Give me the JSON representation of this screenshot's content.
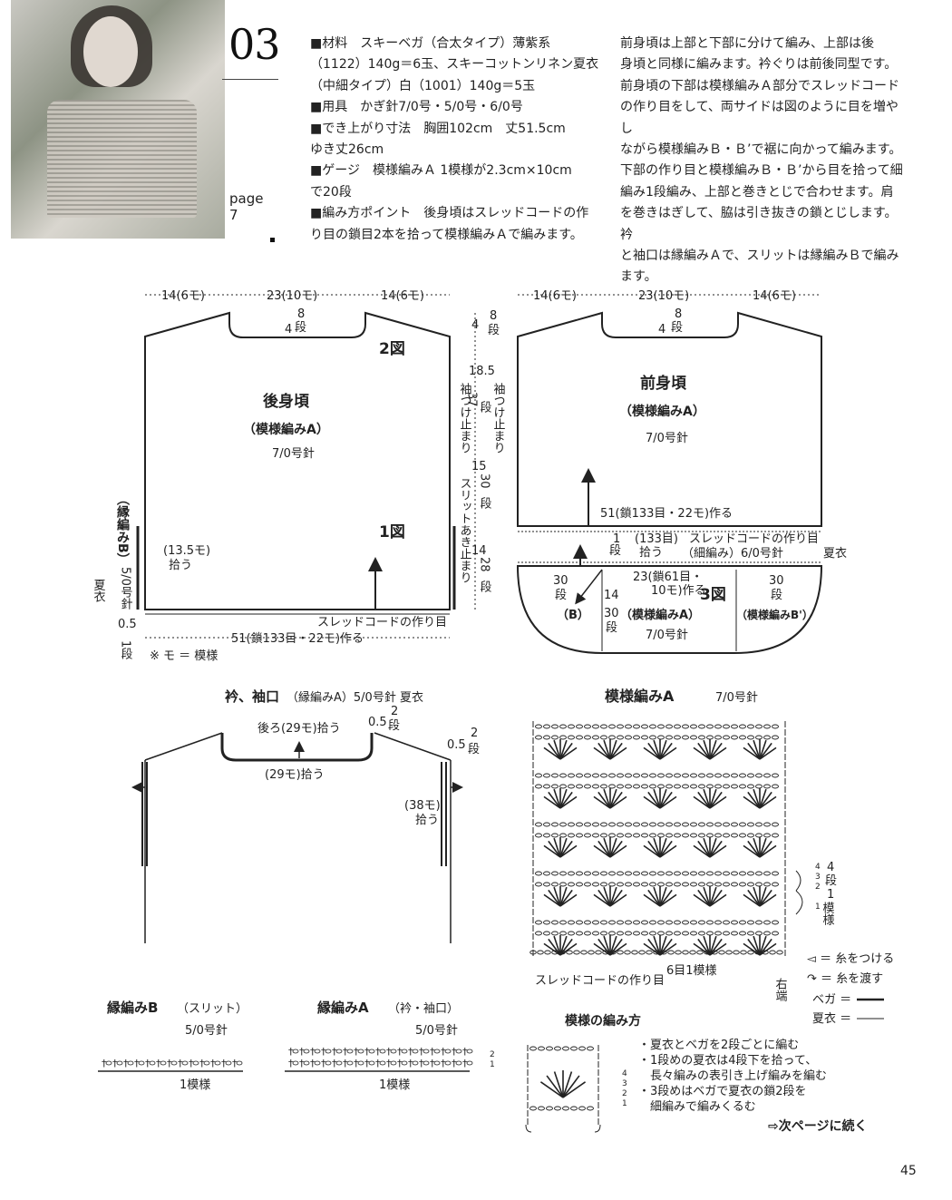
{
  "header": {
    "number": "03",
    "page_label": "page",
    "page_num": "7"
  },
  "materials": [
    "■材料　スキーベガ（合太タイプ）薄紫系",
    "（1122）140g＝6玉、スキーコットンリネン夏衣",
    "（中細タイプ）白（1001）140g＝5玉",
    "■用具　かぎ針7/0号・5/0号・6/0号",
    "■でき上がり寸法　胸囲102cm　丈51.5cm",
    "ゆき丈26cm",
    "■ゲージ　模様編みＡ 1模様が2.3cm×10cm",
    "で20段",
    "■編み方ポイント　後身頃はスレッドコードの作",
    "り目の鎖目2本を拾って模様編みＡで編みます。"
  ],
  "instructions": [
    "前身頃は上部と下部に分けて編み、上部は後",
    "身頃と同様に編みます。衿ぐりは前後同型です。",
    "前身頃の下部は模様編みＡ部分でスレッドコード",
    "の作り目をして、両サイドは図のように目を増やし",
    "ながら模様編みＢ・Ｂ’で裾に向かって編みます。",
    "下部の作り目と模様編みＢ・Ｂ’から目を拾って細",
    "編み1段編み、上部と巻きとじで合わせます。肩",
    "を巻きはぎして、脇は引き抜きの鎖とじします。衿",
    "と袖口は縁編みＡで、スリットは縁編みＢで編み",
    "ます。"
  ],
  "back": {
    "top_dims": [
      "14(6モ)",
      "23(10モ)",
      "14(6モ)"
    ],
    "neck_depth_4": "4",
    "neck_depth_8": "8",
    "neck_dan": "段",
    "fig2": "2図",
    "title": "後身頃",
    "pattern": "（模様編みA）",
    "needle": "7/0号針",
    "fig1": "1図",
    "sleeve_185": "18.5",
    "sleeve_37": "37",
    "sleeve_dan": "段",
    "sleeve_stop": "袖つけ止まり",
    "slit_15": "15",
    "slit_30": "30",
    "slit_dan": "段",
    "slit_stop": "スリットあき止まり",
    "bottom_14": "14",
    "bottom_28": "28",
    "bottom_dan": "段",
    "edge_b_label": "（縁編みB）",
    "pick": "(13.5モ)",
    "pick2": "拾う",
    "needle50": "5/0号針",
    "natsui": "夏衣",
    "h05": "0.5",
    "h1dan": "1段",
    "bottom_dim": "51(鎖133目・22モ)作る",
    "thread_cord": "スレッドコードの作り目",
    "note": "※ モ ＝ 模様"
  },
  "front": {
    "top_dims": [
      "14(6モ)",
      "23(10モ)",
      "14(6モ)"
    ],
    "side_4": "4",
    "side_8": "8",
    "side_dan": "段",
    "sleeve_stop": "袖つけ止まり",
    "neck_depth_4": "4",
    "neck_depth_8": "8",
    "neck_dan": "段",
    "title": "前身頃",
    "pattern": "（模様編みA）",
    "needle": "7/0号針",
    "bottom_dim": "51(鎖133目・22モ)作る",
    "r1": "1",
    "r1dan": "段",
    "r133": "(133目)",
    "r133pick": "拾う",
    "cord": "スレッドコードの作り目",
    "sc": "（細編み）6/0号針",
    "natsui": "夏衣",
    "l30": "30",
    "l30dan": "段",
    "mid23": "23(鎖61目・",
    "mid23b": "10モ)作る",
    "r30": "30",
    "r30dan": "段",
    "fig3": "3図",
    "b_label": "（B）",
    "h14": "14",
    "h30": "30",
    "h30dan": "段",
    "pat_a": "（模様編みA）",
    "needle2": "7/0号針",
    "pat_b2": "（模様編みB'）"
  },
  "collar": {
    "title": "衿、袖口",
    "title_sub": "（縁編みA）5/0号針 夏衣",
    "back_pick": "後ろ(29モ)拾う",
    "front_pick": "(29モ)拾う",
    "d05a": "0.5",
    "d2a": "2",
    "d2adan": "段",
    "d05b": "0.5",
    "d2b": "2",
    "d2bdan": "段",
    "sleeve_pick": "(38モ)",
    "sleeve_pick2": "拾う"
  },
  "patternA": {
    "title": "模様編みA",
    "needle": "7/0号針",
    "rows_4": "4",
    "rows_3": "3",
    "rows_2": "2",
    "rows_1": "1",
    "rep_4": "4",
    "rep_dan": "段",
    "rep_1": "1",
    "rep_moyo": "模様",
    "base": "スレッドコードの作り目",
    "six": "6目1模様",
    "right": "右端",
    "legend1": "◅ ＝ 糸をつける",
    "legend2": "↷ ＝ 糸を渡す",
    "vega": "ベガ ＝",
    "natsui": "夏衣 ＝"
  },
  "edgeB": {
    "title": "縁編みB",
    "sub": "（スリット）",
    "needle": "5/0号針",
    "rep": "1模様"
  },
  "edgeA": {
    "title": "縁編みA",
    "sub": "（衿・袖口）",
    "needle": "5/0号針",
    "rep": "1模様",
    "r2": "2",
    "r1": "1"
  },
  "howto": {
    "title": "模様の編み方",
    "notes": [
      "・夏衣とベガを2段ごとに編む",
      "・1段めの夏衣は4段下を拾って、",
      "　長々編みの表引き上げ編みを編む",
      "・3段めはベガで夏衣の鎖2段を",
      "　細編みで編みくるむ"
    ],
    "rows": [
      "4",
      "3",
      "2",
      "1"
    ],
    "next": "⇨次ページに続く"
  },
  "page_number": "45"
}
